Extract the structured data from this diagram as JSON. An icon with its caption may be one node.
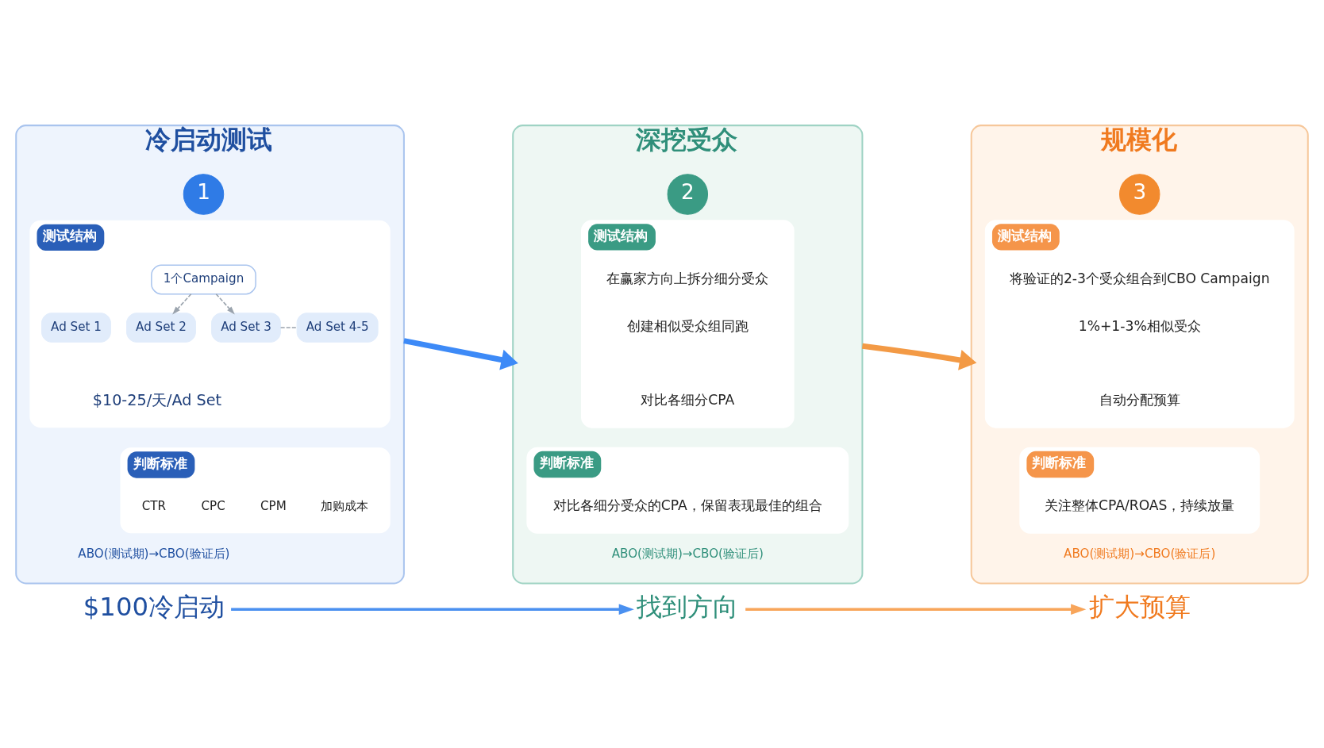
{
  "diagram": {
    "nodes": [
      {
        "text": [
          "冷启动测试"
        ]
      },
      {
        "text": [
          "1"
        ],
        "in": 0
      },
      {
        "text": [
          "测试结构"
        ],
        "in": 0
      },
      {
        "text": [
          "1个Campaign"
        ],
        "in": 2
      },
      {
        "text": [
          "Ad Set 1"
        ],
        "in": 2
      },
      {
        "text": [
          "Ad Set 2"
        ],
        "in": 2
      },
      {
        "text": [
          "Ad Set 3"
        ],
        "in": 2
      },
      {
        "text": [
          "Ad Set 4-5"
        ],
        "in": 2
      },
      {
        "text": [
          "判断标准"
        ],
        "in": 0
      },
      {
        "text": [
          "深挖受众"
        ]
      },
      {
        "text": [
          "2"
        ],
        "in": 9
      },
      {
        "text": [
          "测试结构"
        ],
        "in": 9
      },
      {
        "text": [
          "判断标准"
        ],
        "in": 9
      },
      {
        "text": [
          "规模化"
        ]
      },
      {
        "text": [
          "3"
        ],
        "in": 13
      },
      {
        "text": [
          "测试结构"
        ],
        "in": 13
      },
      {
        "text": [
          "判断标准"
        ],
        "in": 13
      },
      {
        "text": [
          "$100冷启动"
        ]
      },
      {
        "text": [
          "找到方向"
        ]
      },
      {
        "text": [
          "扩大预算"
        ]
      }
    ],
    "edges": [
      {
        "from": 3,
        "to": 5,
        "arrow": "to",
        "style": "dashed"
      },
      {
        "from": 3,
        "to": 6,
        "arrow": "to",
        "style": "dashed"
      },
      {
        "from": 6,
        "to": 7,
        "arrow": "none",
        "style": "dashed"
      },
      {
        "from": 0,
        "to": 9,
        "arrow": "to",
        "style": "thick",
        "color": "#3d8af7"
      },
      {
        "from": 9,
        "to": 13,
        "arrow": "to",
        "style": "thick",
        "color": "#f39a45"
      },
      {
        "from": 17,
        "to": 18,
        "arrow": "to",
        "color": "#4a90f0"
      },
      {
        "from": 18,
        "to": 19,
        "arrow": "to",
        "color": "#f8a55a"
      }
    ],
    "labels": [
      "$10-25/天/Ad Set",
      "CTR",
      "CPC",
      "CPM",
      "加购成本",
      "ABO(测试期)→CBO(验证后)",
      "在赢家方向上拆分细分受众",
      "创建相似受众组同跑",
      "对比各细分CPA",
      "对比各细分受众的CPA，保留表现最佳的组合",
      "ABO(测试期)→CBO(验证后)",
      "将验证的2-3个受众组合到CBO Campaign",
      "1%+1-3%相似受众",
      "自动分配预算",
      "关注整体CPA/ROAS，持续放量",
      "ABO(测试期)→CBO(验证后)"
    ]
  }
}
